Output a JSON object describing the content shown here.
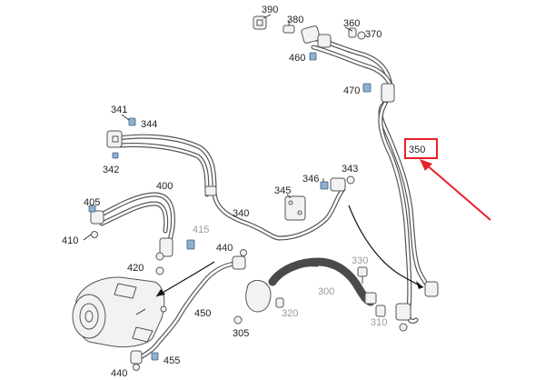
{
  "labels": {
    "l390": "390",
    "l380": "380",
    "l360": "360",
    "l370": "370",
    "l460": "460",
    "l470": "470",
    "l341": "341",
    "l344": "344",
    "l342": "342",
    "l350": "350",
    "l343": "343",
    "l346": "346",
    "l345": "345",
    "l340": "340",
    "l400": "400",
    "l405": "405",
    "l410": "410",
    "l415": "415",
    "l440a": "440",
    "l420": "420",
    "l330": "330",
    "l300": "300",
    "l450": "450",
    "l320": "320",
    "l310": "310",
    "l305": "305",
    "l455": "455",
    "l440b": "440"
  },
  "highlight": {
    "part": "350",
    "box_color": "#e8202a",
    "arrow_color": "#e8202a"
  },
  "colors": {
    "line": "#4a4a4a",
    "label": "#222222",
    "label_muted": "#9a9a9a",
    "fitting_blue": "#8fb0cf"
  }
}
